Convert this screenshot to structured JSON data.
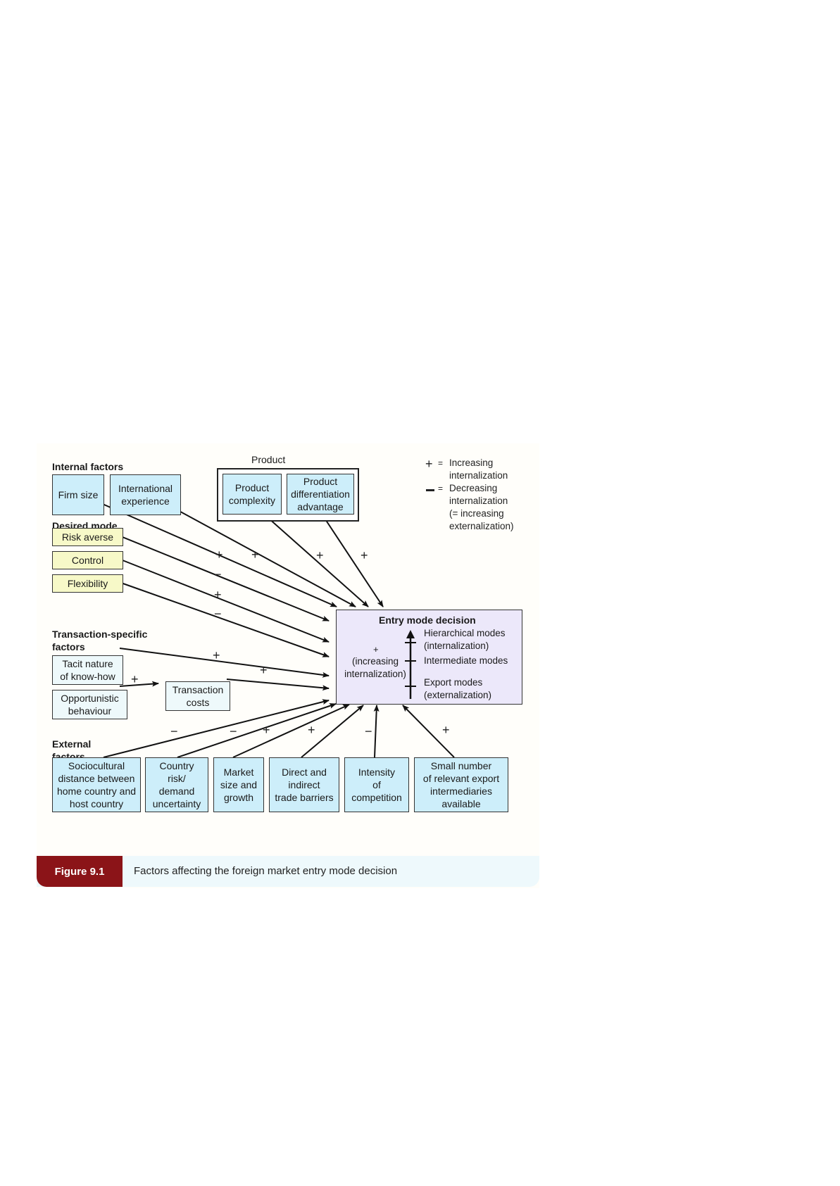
{
  "figure": {
    "label": "Figure 9.1",
    "caption": "Factors affecting the foreign market entry mode decision",
    "colors": {
      "factor_box": "#cdeefa",
      "desired_mode_box": "#f7f9c8",
      "transaction_box": "#eef9fb",
      "decision_box": "#ece8fa",
      "label_bar": "#8b1418",
      "caption_bar": "#eef9fc"
    }
  },
  "legend": {
    "plus_symbol": "+",
    "plus_eq": "=",
    "plus_text": "Increasing\ninternalization",
    "minus_eq": "=",
    "minus_text": "Decreasing\ninternalization\n(= increasing\nexternalization)"
  },
  "groups": {
    "internal": "Internal factors",
    "product": "Product",
    "desired": "Desired mode\ncharacteristics",
    "transaction": "Transaction-specific\nfactors",
    "external": "External\nfactors"
  },
  "nodes": {
    "firm_size": {
      "label": "Firm size",
      "sign": "+"
    },
    "intl_experience": {
      "label": "International\nexperience",
      "sign": "+"
    },
    "product_complexity": {
      "label": "Product\ncomplexity",
      "sign": "+"
    },
    "product_diff": {
      "label": "Product\ndifferentiation\nadvantage",
      "sign": "+"
    },
    "risk_averse": {
      "label": "Risk averse",
      "sign": "−"
    },
    "control": {
      "label": "Control",
      "sign": "+"
    },
    "flexibility": {
      "label": "Flexibility",
      "sign": "−"
    },
    "tacit": {
      "label": "Tacit nature\nof know-how",
      "sign": "+"
    },
    "opportunistic": {
      "label": "Opportunistic\nbehaviour",
      "sign": "+"
    },
    "transaction_costs": {
      "label": "Transaction\ncosts",
      "sign": "+"
    },
    "sociocultural": {
      "label": "Sociocultural\ndistance between\nhome country and\nhost country",
      "sign": "−"
    },
    "country_risk": {
      "label": "Country\nrisk/\ndemand\nuncertainty",
      "sign": "−"
    },
    "market_size": {
      "label": "Market\nsize and\ngrowth",
      "sign": "+"
    },
    "trade_barriers": {
      "label": "Direct and\nindirect\ntrade barriers",
      "sign": "+"
    },
    "competition": {
      "label": "Intensity\nof\ncompetition",
      "sign": "−"
    },
    "intermediaries": {
      "label": "Small number\nof relevant export\nintermediaries\navailable",
      "sign": "+"
    }
  },
  "decision": {
    "title": "Entry mode decision",
    "plus": "+",
    "increasing": "(increasing\ninternalization)",
    "hierarchical": "Hierarchical modes\n(internalization)",
    "intermediate": "Intermediate modes",
    "export": "Export modes\n(externalization)"
  }
}
